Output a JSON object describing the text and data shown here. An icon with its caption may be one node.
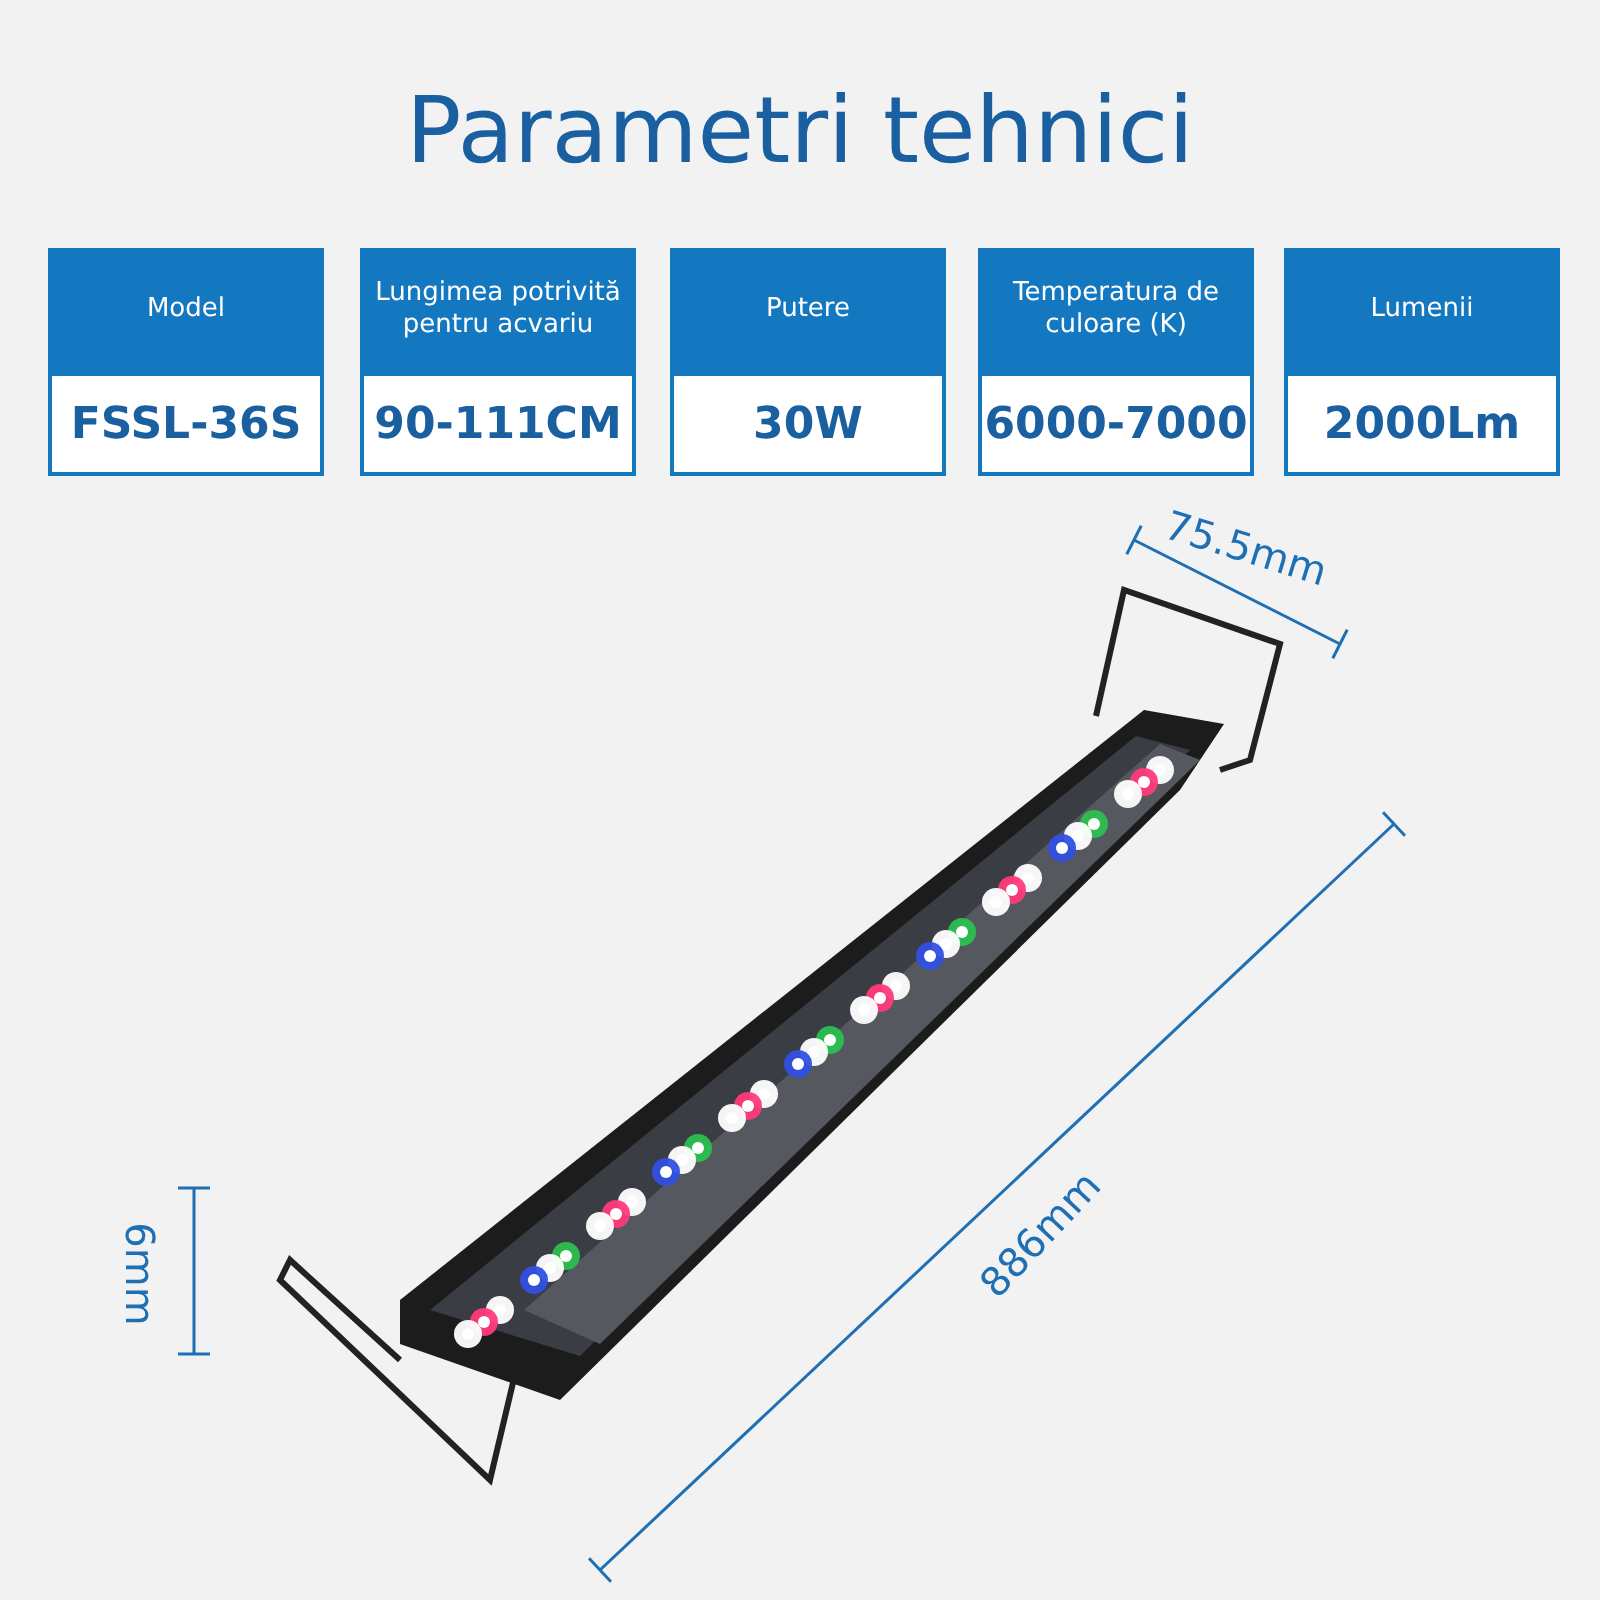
{
  "diagram": {
    "title": "Parametri tehnici",
    "labels": [
      "Model",
      "Lungimea potrivită pentru acvariu",
      "Putere",
      "Temperatura de culoare (K)",
      "Lumenii",
      "FSSL-36S",
      "90-111CM",
      "30W",
      "6000-7000",
      "2000Lm",
      "75.5mm",
      "6mm",
      "886mm"
    ]
  }
}
